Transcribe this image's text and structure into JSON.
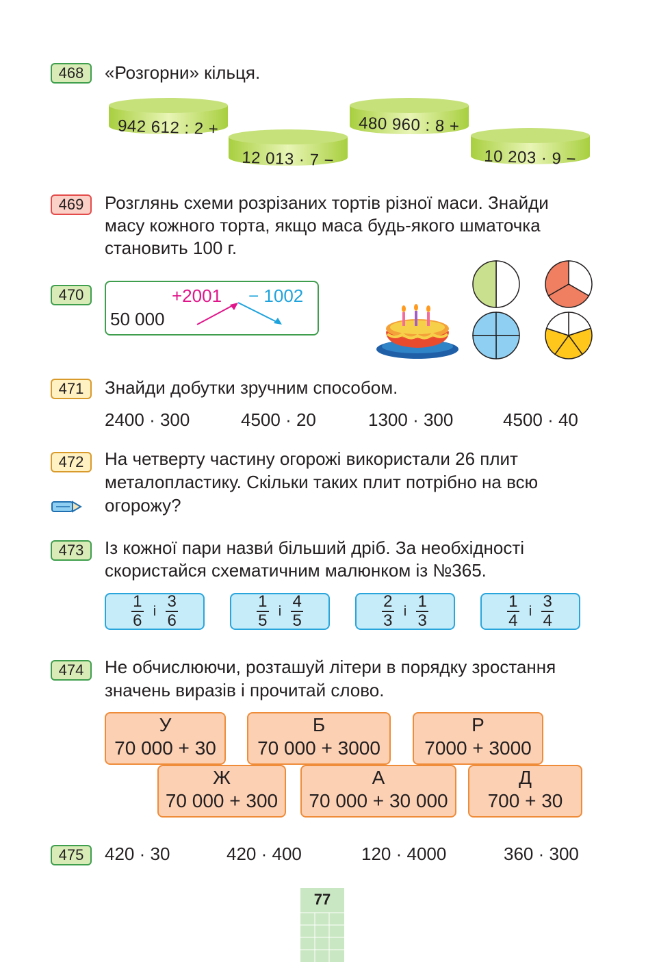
{
  "task468": {
    "number": "468",
    "text": "«Розгорни» кільця.",
    "rings": [
      "942 612 : 2 +",
      "12 013 · 7 −",
      "480 960 : 8 +",
      "10 203 · 9 −"
    ]
  },
  "task469": {
    "number": "469",
    "lines": [
      "Розглянь схеми розрізаних тортів різної маси. Знайди",
      "масу кожного торта, якщо маса будь-якого шматочка",
      "становить 100 г."
    ]
  },
  "task470": {
    "number": "470",
    "start": "50 000",
    "plus": "+2001",
    "minus": "− 1002"
  },
  "cake_charts": {
    "type": "pie",
    "pieces": [
      2,
      3,
      4,
      5
    ],
    "colors": {
      "half": "#c9e08f",
      "third": "#f07f62",
      "quarter": "#8fd0f2",
      "fifth": "#ffc61c"
    }
  },
  "task471": {
    "number": "471",
    "text": "Знайди добутки зручним способом.",
    "exprs": [
      "2400 · 300",
      "4500 · 20",
      "1300 · 300",
      "4500 · 40"
    ]
  },
  "task472": {
    "number": "472",
    "lines": [
      "На четверту частину огорожі використали 26 плит",
      "металопластику. Скільки таких плит потрібно на всю",
      "огорожу?"
    ]
  },
  "task473": {
    "number": "473",
    "lines": [
      "Із кожної пари назви́ більший дріб. За необхідності",
      "скористайся схематичним малюнком із №365."
    ],
    "sep": "і",
    "pairs": [
      {
        "a_num": "1",
        "a_den": "6",
        "b_num": "3",
        "b_den": "6"
      },
      {
        "a_num": "1",
        "a_den": "5",
        "b_num": "4",
        "b_den": "5"
      },
      {
        "a_num": "2",
        "a_den": "3",
        "b_num": "1",
        "b_den": "3"
      },
      {
        "a_num": "1",
        "a_den": "4",
        "b_num": "3",
        "b_den": "4"
      }
    ]
  },
  "task474": {
    "number": "474",
    "lines": [
      "Не обчислюючи, розташуй літери в порядку зростання",
      "значень виразів і прочитай слово."
    ],
    "boxes": [
      {
        "letter": "У",
        "expr": "70 000 + 30"
      },
      {
        "letter": "Б",
        "expr": "70 000 + 3000"
      },
      {
        "letter": "Р",
        "expr": "7000 + 3000"
      },
      {
        "letter": "Ж",
        "expr": "70 000 + 300"
      },
      {
        "letter": "А",
        "expr": "70 000 + 30 000"
      },
      {
        "letter": "Д",
        "expr": "700 + 30"
      }
    ]
  },
  "task475": {
    "number": "475",
    "exprs": [
      "420 · 30",
      "420 · 400",
      "120 · 4000",
      "360 · 300"
    ]
  },
  "page_number": "77"
}
